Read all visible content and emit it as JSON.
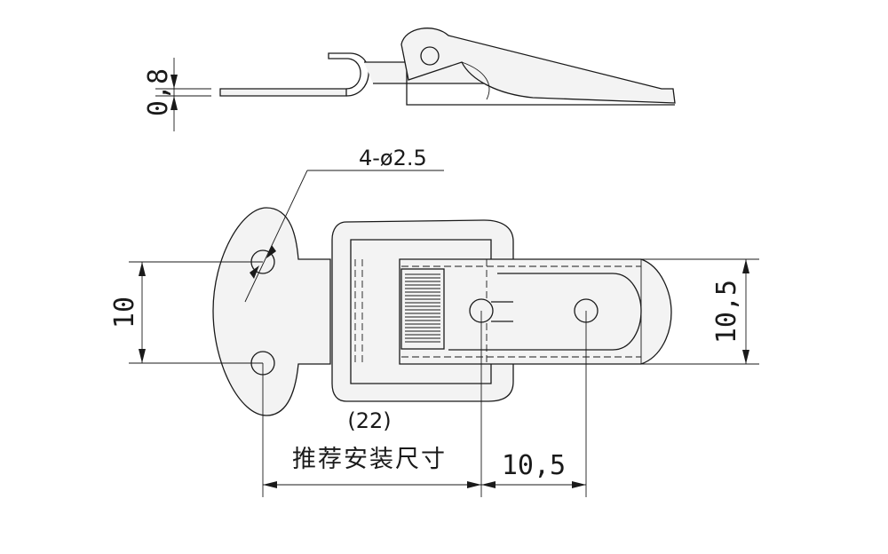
{
  "dimensions": {
    "thickness": "0,8",
    "hole_callout": "4-ø2.5",
    "hole_spacing_vertical": "10",
    "hook_width": "10,5",
    "install_distance": "(22)",
    "install_label": "推荐安装尺寸",
    "hole_spacing_horizontal": "10,5"
  }
}
